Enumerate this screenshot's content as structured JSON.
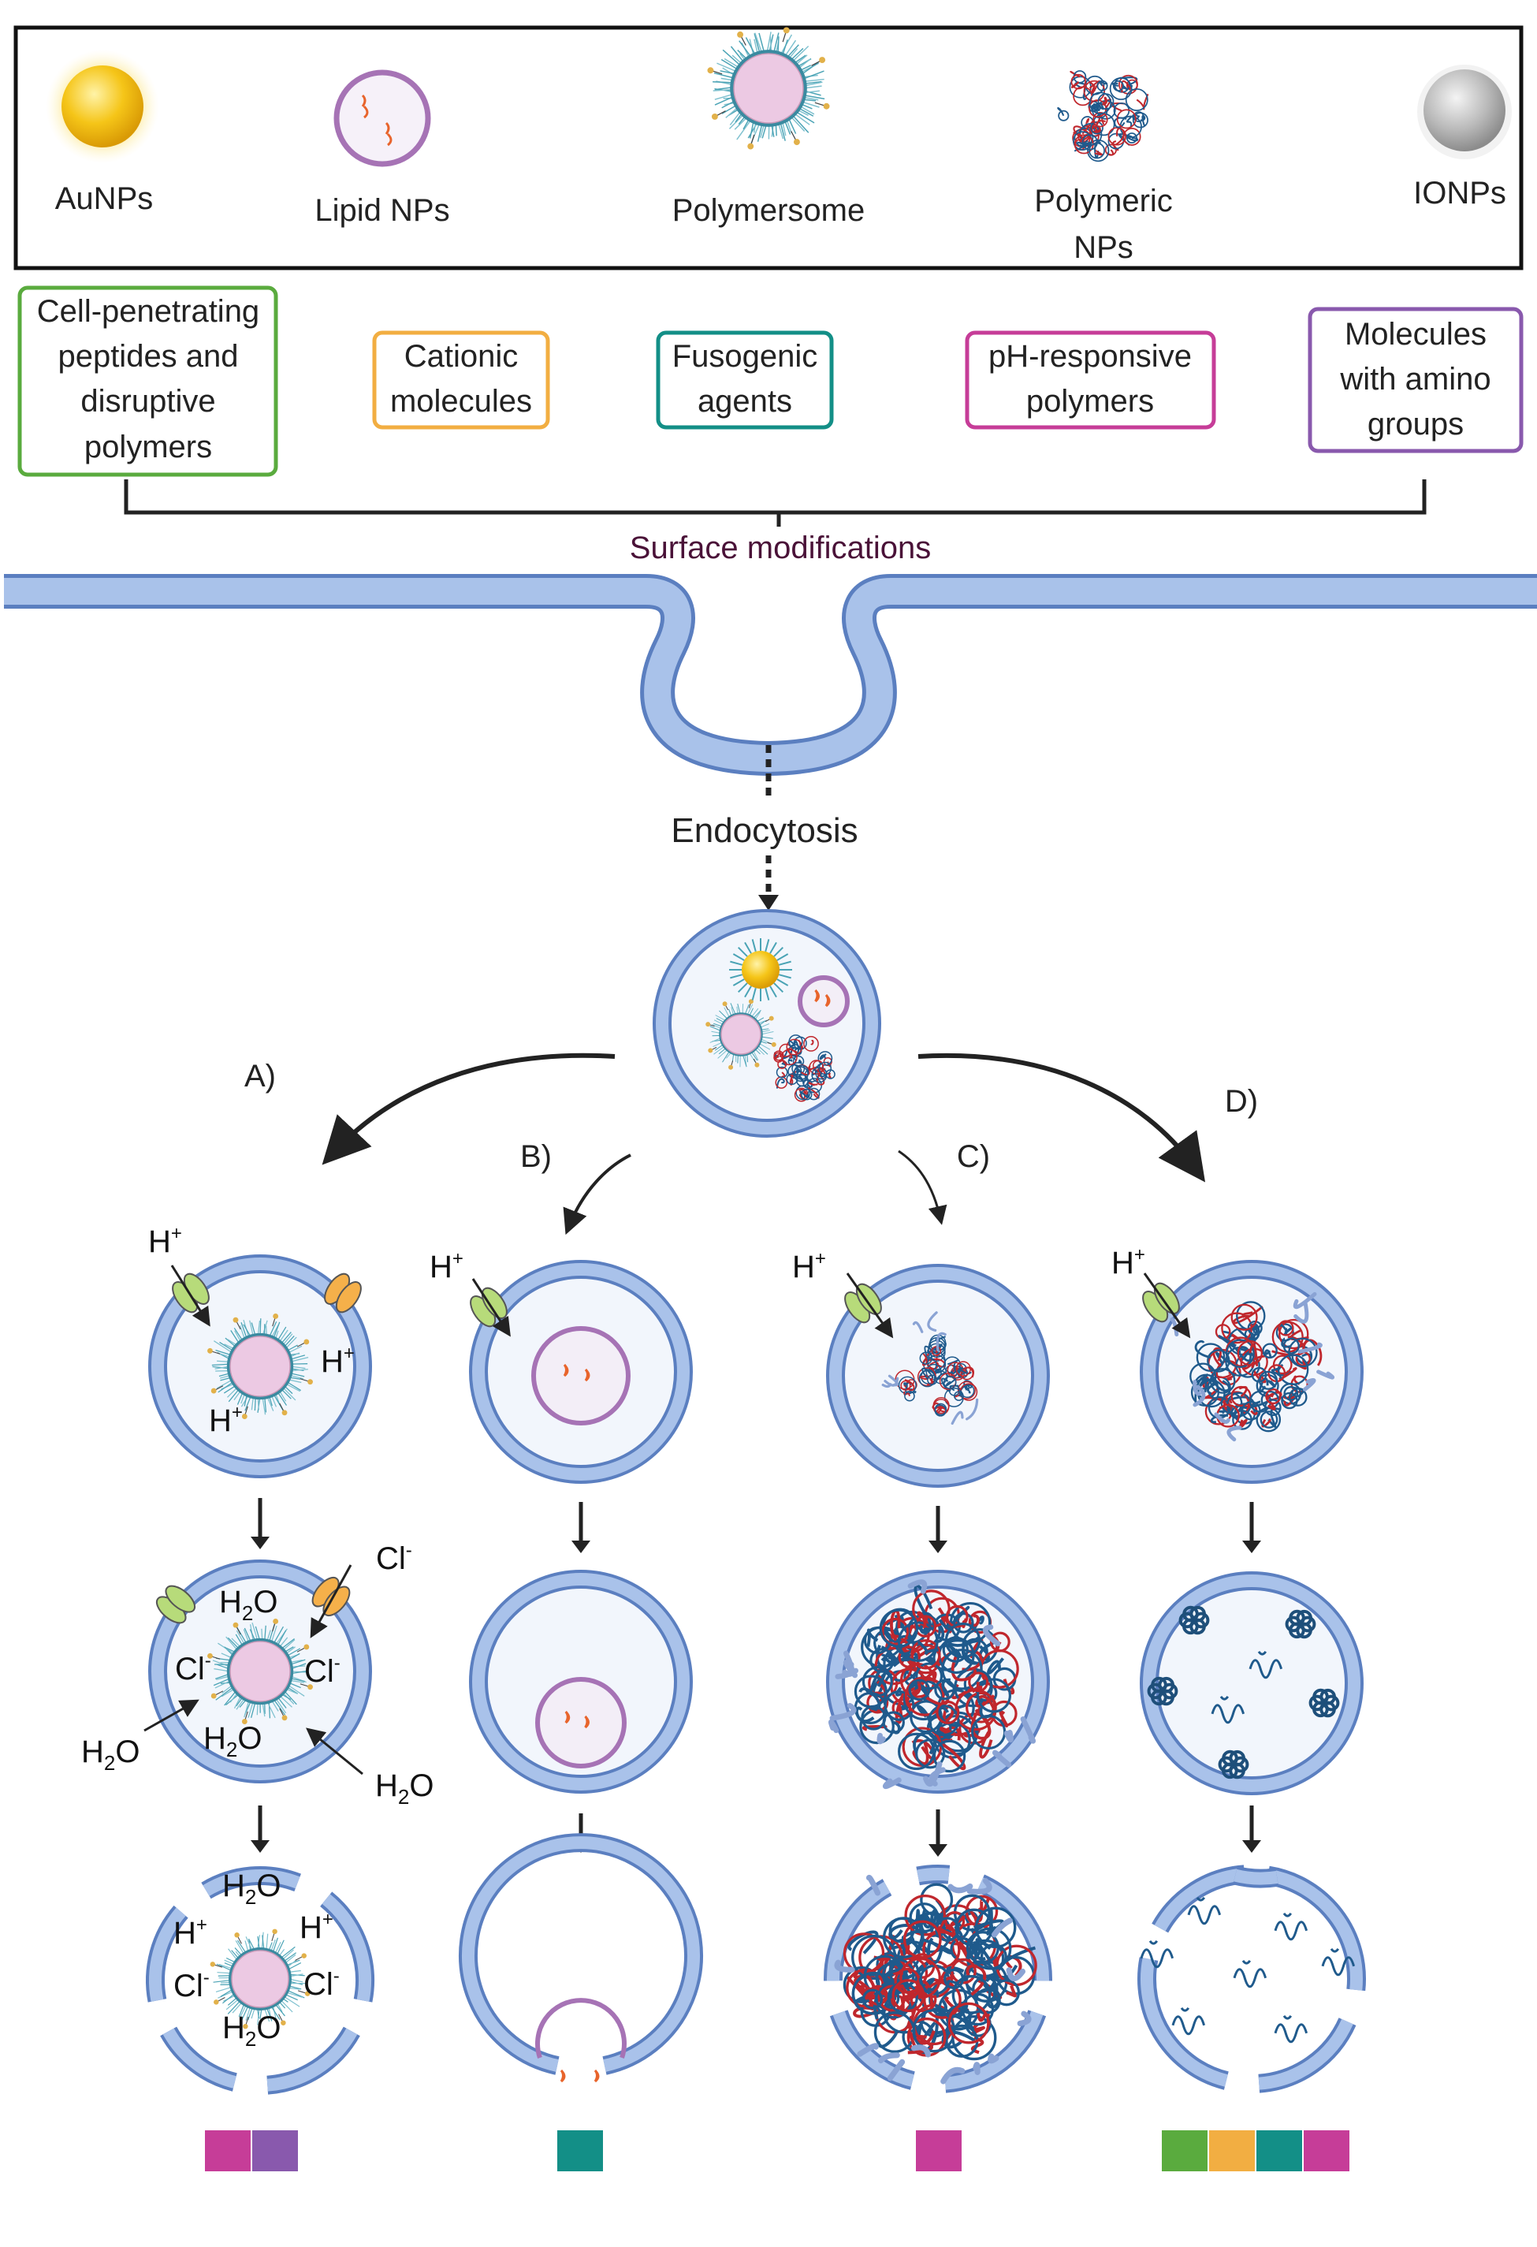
{
  "nanoparticles": [
    {
      "label_lines": [
        "AuNPs"
      ],
      "icon": "gold-nanoparticle-icon"
    },
    {
      "label_lines": [
        "Lipid NPs"
      ],
      "icon": "lipid-nanoparticle-icon"
    },
    {
      "label_lines": [
        "Polymersome"
      ],
      "icon": "polymersome-icon"
    },
    {
      "label_lines": [
        "Polymeric",
        "NPs"
      ],
      "icon": "polymeric-nanoparticle-icon"
    },
    {
      "label_lines": [
        "IONPs"
      ],
      "icon": "iron-oxide-nanoparticle-icon"
    }
  ],
  "modifications": [
    {
      "lines": [
        "Cell-penetrating",
        "peptides and",
        "disruptive",
        "polymers"
      ],
      "color": "#5aab3e"
    },
    {
      "lines": [
        "Cationic",
        "molecules"
      ],
      "color": "#f2ae42"
    },
    {
      "lines": [
        "Fusogenic",
        "agents"
      ],
      "color": "#138f87"
    },
    {
      "lines": [
        "pH-responsive",
        "polymers"
      ],
      "color": "#c63d98"
    },
    {
      "lines": [
        "Molecules",
        "with amino",
        "groups"
      ],
      "color": "#8959ad"
    }
  ],
  "surface_label": "Surface modifications",
  "endocytosis_label": "Endocytosis",
  "pathways": [
    "A)",
    "B)",
    "C)",
    "D)"
  ],
  "ions": {
    "proton": "H",
    "proton_charge": "+",
    "chloride": "Cl",
    "chloride_charge": "-",
    "water_h": "H",
    "water_sub": "2",
    "water_o": "O"
  },
  "colors": {
    "membrane_fill": "#a9c2ea",
    "membrane_stroke": "#5b7fc0",
    "gold": "#f5c518",
    "lipid": "#a673b5",
    "polymer_red": "#c0272d",
    "polymer_blue": "#1f5a8c",
    "ionp": "#bdbdbd"
  },
  "legend": [
    [
      "#c63d98",
      "#8959ad"
    ],
    [
      "#138f87"
    ],
    [
      "#c63d98"
    ],
    [
      "#5aab3e",
      "#f2ae42",
      "#138f87",
      "#c63d98"
    ]
  ]
}
